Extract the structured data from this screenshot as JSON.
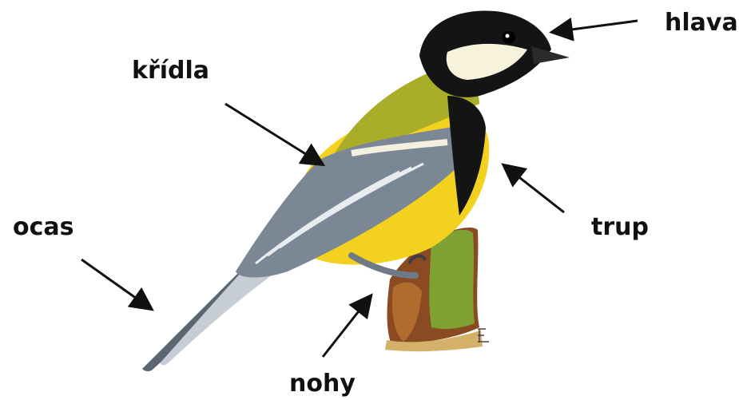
{
  "labels": {
    "hlava": "hlava",
    "kridla": "křídla",
    "ocas": "ocas",
    "trup": "trup",
    "nohy": "nohy"
  },
  "colors": {
    "label_text": "#111111",
    "arrow": "#111111",
    "head": "#141414",
    "cheek": "#f6f2dc",
    "back": "#a9ad2a",
    "belly": "#f2d21e",
    "wing": "#7b8794",
    "tail": "#5b6672",
    "branch_bark": "#8a4a22",
    "branch_moss": "#7fa033"
  },
  "icons": {
    "bird": "great-tit-illustration",
    "branch": "branch-stump"
  }
}
